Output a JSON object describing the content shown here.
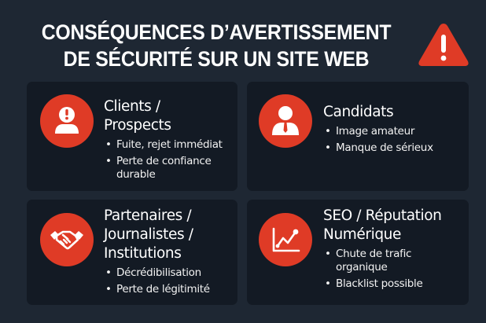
{
  "header": {
    "title_line1": "CONSÉQUENCES D’AVERTISSEMENT",
    "title_line2": "DE SÉCURITÉ SUR UN SITE WEB",
    "icon": "warning-triangle-icon"
  },
  "colors": {
    "background": "#1e2733",
    "card": "#131a24",
    "accent_red": "#df3b26",
    "text": "#ffffff"
  },
  "cards": [
    {
      "icon": "user-alert-icon",
      "title_lines": [
        "Clients /",
        "Prospects"
      ],
      "bullets": [
        {
          "line1": "Fuite, rejet immédiat",
          "line2": ""
        },
        {
          "line1": "Perte de confiance",
          "line2": "durable"
        }
      ]
    },
    {
      "icon": "candidate-user-tie-icon",
      "title_lines": [
        "Candidats"
      ],
      "bullets": [
        {
          "line1": "Image amateur",
          "line2": ""
        },
        {
          "line1": "Manque de sérieux",
          "line2": ""
        }
      ]
    },
    {
      "icon": "handshake-icon",
      "title_lines": [
        "Partenaires /",
        "Journalistes /",
        "Institutions"
      ],
      "bullets": [
        {
          "line1": "Décrédibilisation",
          "line2": ""
        },
        {
          "line1": "Perte de légitimité",
          "line2": ""
        }
      ]
    },
    {
      "icon": "line-chart-icon",
      "title_lines": [
        "SEO / Réputation",
        "Numérique"
      ],
      "bullets": [
        {
          "line1": "Chute de trafic",
          "line2": "organique"
        },
        {
          "line1": "Blacklist possible",
          "line2": ""
        }
      ]
    }
  ]
}
